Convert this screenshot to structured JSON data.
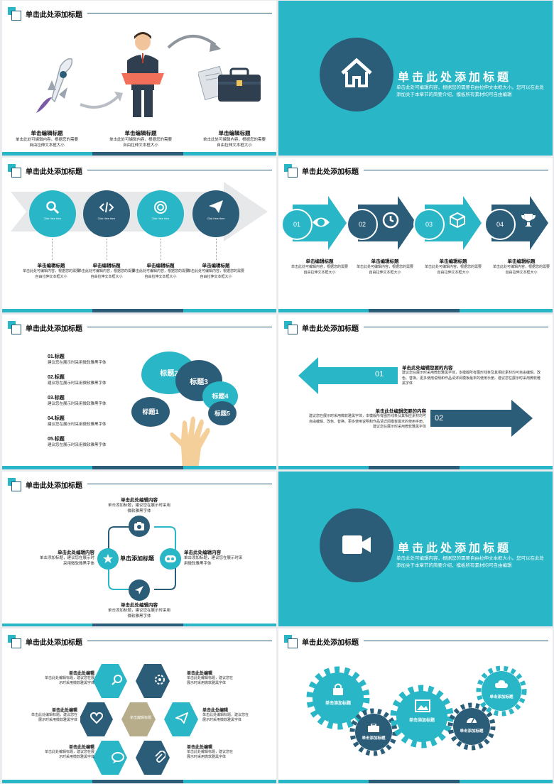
{
  "header_title": "单击此处添加标题",
  "slide1": {
    "items": [
      {
        "title": "单击编辑标题",
        "desc": "单击此处可编辑内容，根据您的需要自由拉伸文本框大小"
      },
      {
        "title": "单击编辑标题",
        "desc": "单击此处可编辑内容，根据您的需要自由拉伸文本框大小"
      },
      {
        "title": "单击编辑标题",
        "desc": "单击此处可编辑内容，根据您的需要自由拉伸文本框大小"
      }
    ]
  },
  "section1": {
    "title": "单击此处添加标题",
    "desc": "单击此处可编辑内容，根据您的需要自由拉伸文本框大小。您可以在此处添加关于本章节的简要介绍，模板所有素材均可自由编辑",
    "icon": "house-icon"
  },
  "slide3": {
    "circle_text": "Click Here Here",
    "icons": [
      "search-icon",
      "code-icon",
      "target-icon",
      "paper-plane-icon"
    ],
    "items": [
      {
        "title": "单击编辑标题",
        "desc": "单击此处可编辑内容，根据您的需要自由拉伸文本框大小"
      },
      {
        "title": "单击编辑标题",
        "desc": "单击此处可编辑内容，根据您的需要自由拉伸文本框大小"
      },
      {
        "title": "单击编辑标题",
        "desc": "单击此处可编辑内容，根据您的需要自由拉伸文本框大小"
      },
      {
        "title": "单击编辑标题",
        "desc": "单击此处可编辑内容，根据您的需要自由拉伸文本框大小"
      }
    ]
  },
  "slide4": {
    "nums": [
      "01",
      "02",
      "03",
      "04"
    ],
    "icons": [
      "eye-icon",
      "clock-icon",
      "box-icon",
      "trophy-icon"
    ],
    "items": [
      {
        "title": "单击编辑标题",
        "desc": "单击此处可编辑内容，根据您的需要自由拉伸文本框大小"
      },
      {
        "title": "单击编辑标题",
        "desc": "单击此处可编辑内容，根据您的需要自由拉伸文本框大小"
      },
      {
        "title": "单击编辑标题",
        "desc": "单击此处可编辑内容，根据您的需要自由拉伸文本框大小"
      },
      {
        "title": "单击编辑标题",
        "desc": "单击此处可编辑内容，根据您的需要自由拉伸文本框大小"
      }
    ]
  },
  "slide5": {
    "list": [
      {
        "title": "01.标题",
        "desc": "建议您在展示时采用微软雅黑字体"
      },
      {
        "title": "02.标题",
        "desc": "建议您在展示时采用微软雅黑字体"
      },
      {
        "title": "03.标题",
        "desc": "建议您在展示时采用微软雅黑字体"
      },
      {
        "title": "04.标题",
        "desc": "建议您在展示时采用微软雅黑字体"
      },
      {
        "title": "05.标题",
        "desc": "建议您在展示时采用微软雅黑字体"
      }
    ],
    "bubbles": [
      "标题1",
      "标题2",
      "标题3",
      "标题4",
      "标题5"
    ]
  },
  "slide6": {
    "items": [
      {
        "num": "01",
        "title": "单击此处编辑您要的内容",
        "desc": "建议您在展示时采用微软雅黑字体，本模版所有图形线条及其相应素材均可自由编辑、改色、替换。更多使用说明和作品请详阅模板最末的使用手册。建议您在展示时采用微软雅黑字体"
      },
      {
        "num": "02",
        "title": "单击此处编辑您要的内容",
        "desc": "建议您在展示时采用微软雅黑字体，本模版所有图形线条及其相应素材均可自由编辑、改色、替换。更多使用说明和作品请详阅模板最末的使用手册。建议您在展示时采用微软雅黑字体"
      }
    ]
  },
  "slide7": {
    "center": "单击添加标题",
    "top": {
      "title": "单击此处编辑内容",
      "desc": "单击添加标题，建议您在展示时采用微软雅黑字体"
    },
    "left": {
      "title": "单击此处编辑内容",
      "desc": "单击添加标题，建议您在展示时采用微软雅黑字体"
    },
    "right": {
      "title": "单击此处编辑内容",
      "desc": "单击添加标题，建议您在展示时采用微软雅黑字体"
    },
    "bottom": {
      "title": "单击此处编辑内容",
      "desc": "单击添加标题，建议您在展示时采用微软雅黑字体"
    },
    "icons": [
      "camera-icon",
      "star-icon",
      "gamepad-icon",
      "navigation-icon"
    ]
  },
  "section2": {
    "title": "单击此处添加标题",
    "desc": "单击此处可编辑内容，根据您的需要自由拉伸文本框大小。您可以在此处添加关于本章节的简要介绍，模板所有素材均可自由编辑",
    "icon": "video-camera-icon"
  },
  "slide9": {
    "center": "单击编辑标题",
    "items": [
      {
        "title": "单击此处编辑",
        "desc": "单击此处编辑标题，建议您在展示时采用微软雅黑字体"
      },
      {
        "title": "单击此处编辑",
        "desc": "单击此处编辑标题，建议您在展示时采用微软雅黑字体"
      },
      {
        "title": "单击此处编辑",
        "desc": "单击此处编辑标题，建议您在展示时采用微软雅黑字体"
      },
      {
        "title": "单击此处编辑",
        "desc": "单击此处编辑标题，建议您在展示时采用微软雅黑字体"
      },
      {
        "title": "单击此处编辑",
        "desc": "单击此处编辑标题，建议您在展示时采用微软雅黑字体"
      },
      {
        "title": "单击此处编辑",
        "desc": "单击此处编辑标题，建议您在展示时采用微软雅黑字体"
      }
    ],
    "icons": [
      "search-icon",
      "gear-icon",
      "heart-icon",
      "paper-plane-icon",
      "chat-icon",
      "paperclip-icon"
    ]
  },
  "slide10": {
    "gears": [
      "单击添加标题",
      "单击添加标题",
      "单击添加标题",
      "单击添加标题",
      "单击添加标题"
    ],
    "icons": [
      "lock-icon",
      "briefcase-icon",
      "image-icon",
      "dashboard-icon",
      "cloud-icon"
    ]
  },
  "colors": {
    "teal": "#29b6c6",
    "navy": "#2b5d78",
    "khaki": "#b7ad8b"
  }
}
